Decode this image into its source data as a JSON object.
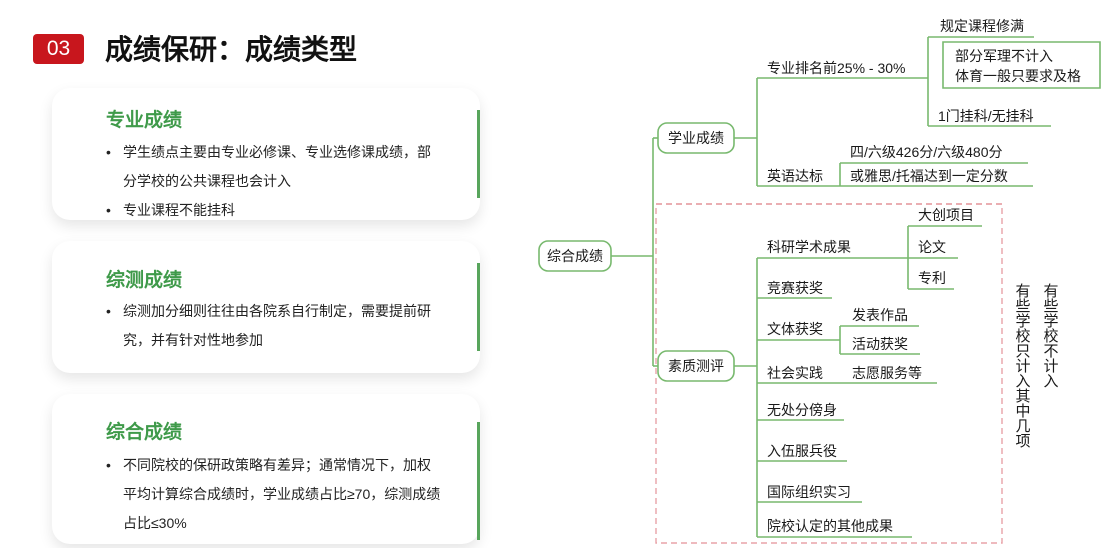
{
  "header": {
    "number": "03",
    "title": "成绩保研：成绩类型"
  },
  "cards": [
    {
      "title": "专业成绩",
      "bullets": [
        "学生绩点主要由专业必修课、专业选修课成绩，部分学校的公共课程也会计入",
        "专业课程不能挂科"
      ]
    },
    {
      "title": "综测成绩",
      "bullets": [
        "综测加分细则往往由各院系自行制定，需要提前研究，并有针对性地参加"
      ]
    },
    {
      "title": "综合成绩",
      "bullets": [
        "不同院校的保研政策略有差异；通常情况下，加权平均计算综合成绩时，学业成绩占比≥70，综测成绩占比≤30%"
      ]
    }
  ],
  "mindmap": {
    "root": "综合成绩",
    "academic": {
      "label": "学业成绩",
      "rank": "专业排名前25% - 30%",
      "course_rule": "规定课程修满",
      "exclude1": "部分军理不计入",
      "exclude2": "体育一般只要求及格",
      "fail": "1门挂科/无挂科",
      "english": "英语达标",
      "cet": "四/六级426分/六级480分",
      "ielts": "或雅思/托福达到一定分数"
    },
    "quality": {
      "label": "素质测评",
      "research": "科研学术成果",
      "innovation": "大创项目",
      "paper": "论文",
      "patent": "专利",
      "competition": "竞赛获奖",
      "arts": "文体获奖",
      "publish": "发表作品",
      "activity": "活动获奖",
      "social": "社会实践",
      "volunteer": "志愿服务等",
      "clean": "无处分傍身",
      "army": "入伍服兵役",
      "intl": "国际组织实习",
      "other": "院校认定的其他成果",
      "note1": "有些学校只计入其中几项",
      "note2": "有些学校不计入"
    }
  }
}
